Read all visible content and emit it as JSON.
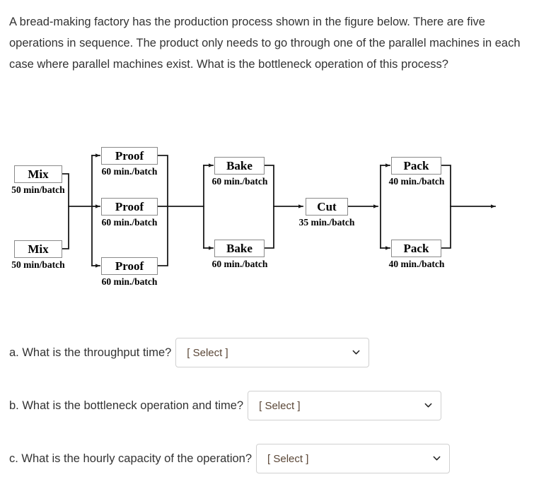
{
  "prompt": "A bread-making factory has the production process shown in the figure below. There are five operations in sequence. The product only needs to go through one of the parallel machines in each case where parallel machines exist. What is the bottleneck operation of this process?",
  "diagram": {
    "title": "bread-making production process flow",
    "stages": [
      {
        "name": "Mix",
        "machines": [
          {
            "label": "Mix",
            "time": "50 min/batch"
          },
          {
            "label": "Mix",
            "time": "50 min/batch"
          }
        ]
      },
      {
        "name": "Proof",
        "machines": [
          {
            "label": "Proof",
            "time": "60 min./batch"
          },
          {
            "label": "Proof",
            "time": "60 min./batch"
          },
          {
            "label": "Proof",
            "time": "60 min./batch"
          }
        ]
      },
      {
        "name": "Bake",
        "machines": [
          {
            "label": "Bake",
            "time": "60 min./batch"
          },
          {
            "label": "Bake",
            "time": "60 min./batch"
          }
        ]
      },
      {
        "name": "Cut",
        "machines": [
          {
            "label": "Cut",
            "time": "35 min./batch"
          }
        ]
      },
      {
        "name": "Pack",
        "machines": [
          {
            "label": "Pack",
            "time": "40 min./batch"
          },
          {
            "label": "Pack",
            "time": "40 min./batch"
          }
        ]
      }
    ]
  },
  "questions": [
    {
      "label": "a. What is the throughput time?",
      "select_value": "[ Select ]"
    },
    {
      "label": "b. What is the bottleneck operation and time?",
      "select_value": "[ Select ]"
    },
    {
      "label": "c. What is the hourly capacity of the operation?",
      "select_value": "[ Select ]"
    }
  ],
  "colors": {
    "text": "#333333",
    "box_border": "#8a8a8a",
    "select_border": "#d0d0d0",
    "select_text": "#5a4636",
    "line": "#1a1a1a"
  }
}
